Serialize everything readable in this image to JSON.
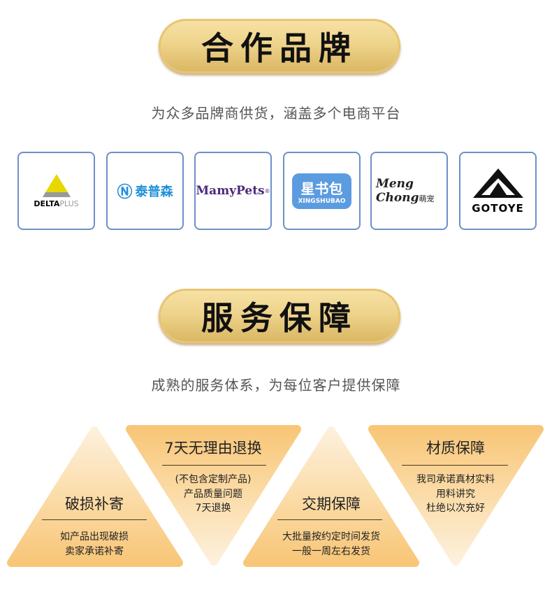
{
  "sections": [
    {
      "title": "合作品牌",
      "subtitle": "为众多品牌商供货，涵盖多个电商平台"
    },
    {
      "title": "服务保障",
      "subtitle": "成熟的服务体系，为每位客户提供保障"
    }
  ],
  "brands": [
    {
      "name": "DELTA",
      "name2": "PLUS"
    },
    {
      "name": "泰普森"
    },
    {
      "name": "MamyPets",
      "mark": "®"
    },
    {
      "name": "星书包",
      "name2": "XINGSHUBAO"
    },
    {
      "name": "Meng",
      "name2": "Chong",
      "name3": "萌宠"
    },
    {
      "name": "GOTOYE"
    }
  ],
  "services": [
    {
      "title": "破损补寄",
      "lines": [
        "如产品出现破损",
        "卖家承诺补寄"
      ]
    },
    {
      "title": "7天无理由退换",
      "lines": [
        "(不包含定制产品)",
        "产品质量问题",
        "7天退换"
      ]
    },
    {
      "title": "交期保障",
      "lines": [
        "大批量按约定时间发货",
        "一般一周左右发货"
      ]
    },
    {
      "title": "材质保障",
      "lines": [
        "我司承诺真材实料",
        "用料讲究",
        "杜绝以次充好"
      ]
    }
  ],
  "colors": {
    "gold": "#f9c878",
    "border": "#6d90c9"
  }
}
